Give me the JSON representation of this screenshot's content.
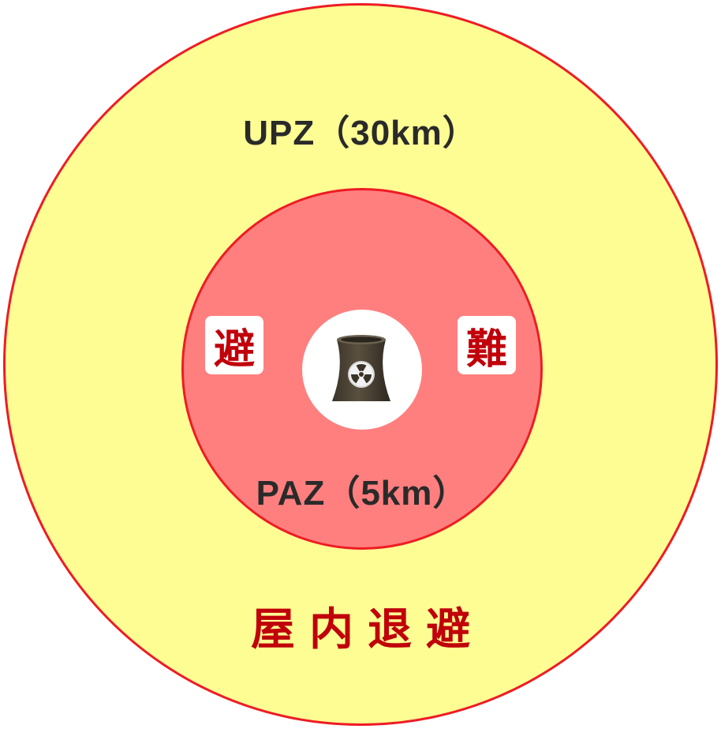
{
  "zones": {
    "outer": {
      "label": "UPZ（30km）",
      "action": "屋内退避"
    },
    "inner": {
      "label": "PAZ（5km）",
      "action_chars": [
        "避",
        "難"
      ]
    }
  },
  "center_icon": "nuclear-cooling-tower-icon",
  "colors": {
    "outer_fill": "#fdfd94",
    "inner_fill": "#ff7f7f",
    "border": "#ee1c24",
    "action_text": "#c0000a",
    "label_text": "#2a2a2a"
  }
}
